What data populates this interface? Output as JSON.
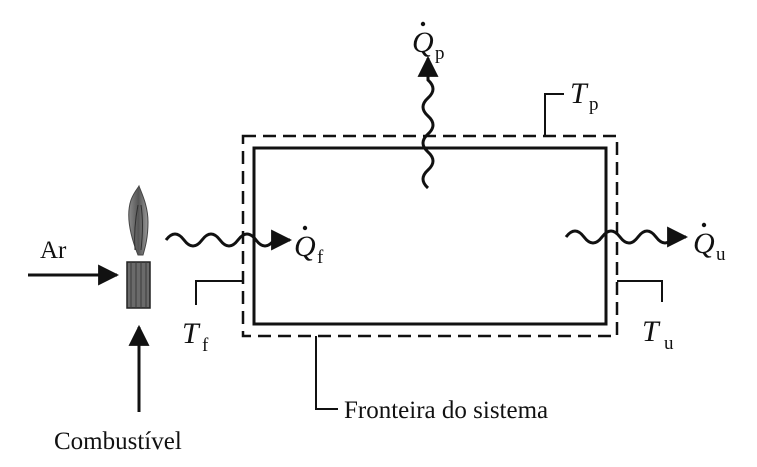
{
  "labels": {
    "air": "Ar",
    "fuel": "Combustível",
    "boundary": "Fronteira do sistema",
    "q_p": {
      "symbol": "Q",
      "sub": "p"
    },
    "q_f": {
      "symbol": "Q",
      "sub": "f"
    },
    "q_u": {
      "symbol": "Q",
      "sub": "u"
    },
    "t_p": {
      "symbol": "T",
      "sub": "p"
    },
    "t_f": {
      "symbol": "T",
      "sub": "f"
    },
    "t_u": {
      "symbol": "T",
      "sub": "u"
    }
  },
  "colors": {
    "ink": "#111111",
    "flame_dark": "#555555",
    "flame_light": "#9a9a9a"
  },
  "icons": [
    "arrow-right-icon",
    "arrow-up-icon",
    "wavy-arrow-icon",
    "flame-icon"
  ]
}
